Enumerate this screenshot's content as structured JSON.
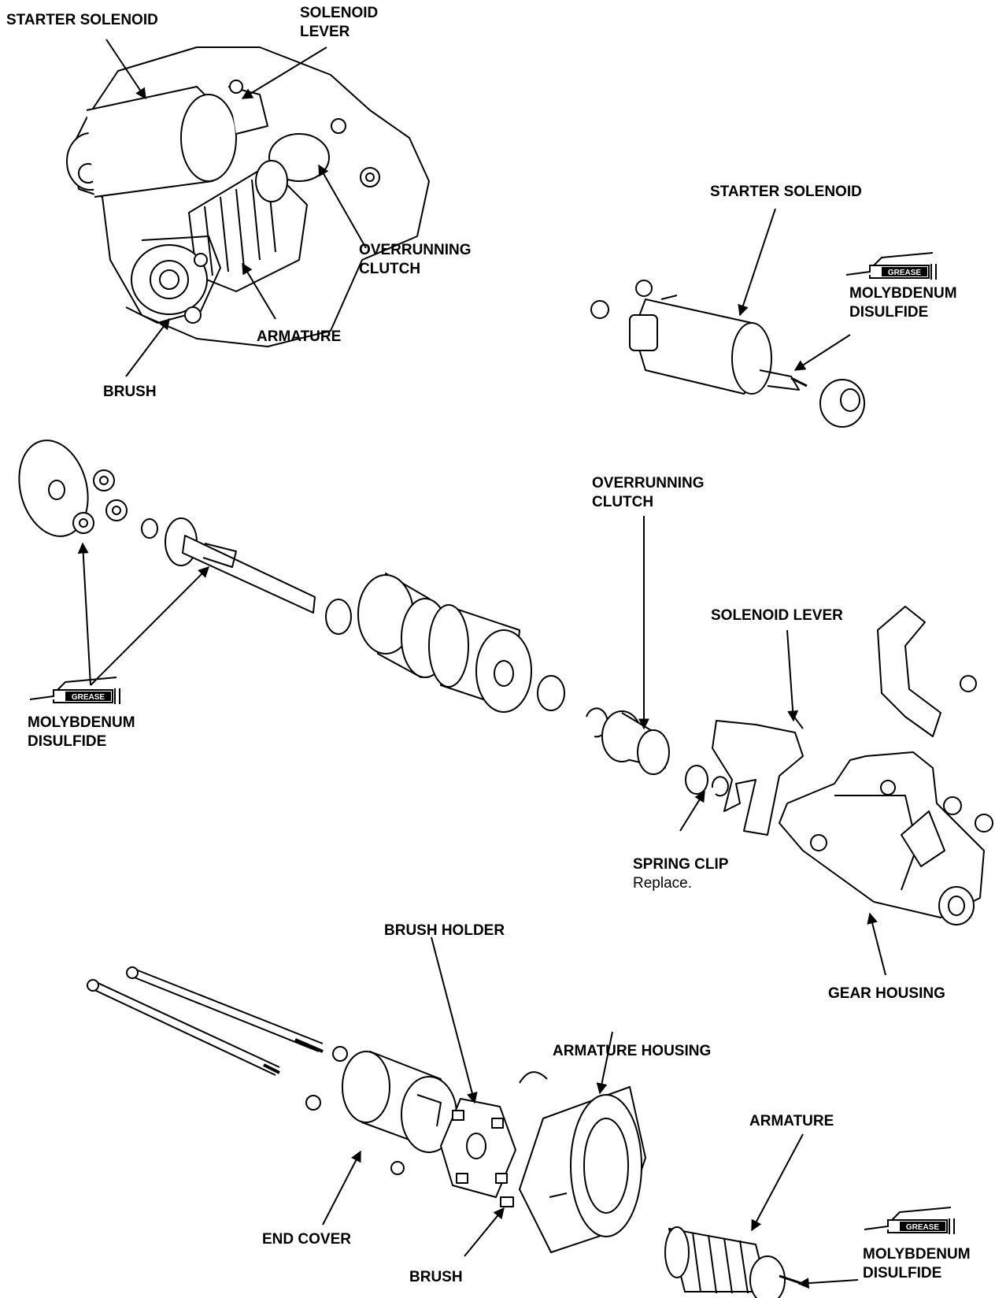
{
  "colors": {
    "ink": "#000000",
    "paper": "#ffffff",
    "fill": "#ffffff"
  },
  "callouts": {
    "top_starter_solenoid": "STARTER SOLENOID",
    "top_solenoid_lever_1": "SOLENOID",
    "top_solenoid_lever_2": "LEVER",
    "top_overrunning_clutch_1": "OVERRUNNING",
    "top_overrunning_clutch_2": "CLUTCH",
    "top_armature": "ARMATURE",
    "top_brush": "BRUSH",
    "sol_starter_solenoid": "STARTER SOLENOID",
    "sol_moly_1": "MOLYBDENUM",
    "sol_moly_2": "DISULFIDE",
    "mid_overrunning_clutch_1": "OVERRUNNING",
    "mid_overrunning_clutch_2": "CLUTCH",
    "mid_solenoid_lever": "SOLENOID LEVER",
    "mid_moly_1": "MOLYBDENUM",
    "mid_moly_2": "DISULFIDE",
    "spring_clip": "SPRING CLIP",
    "spring_clip_note": "Replace.",
    "gear_housing": "GEAR HOUSING",
    "brush_holder": "BRUSH HOLDER",
    "armature_housing": "ARMATURE HOUSING",
    "bottom_armature": "ARMATURE",
    "end_cover": "END COVER",
    "bottom_brush": "BRUSH",
    "bot_moly_1": "MOLYBDENUM",
    "bot_moly_2": "DISULFIDE"
  },
  "grease_tag": "GREASE",
  "icons": [
    "grease-gun-icon"
  ]
}
